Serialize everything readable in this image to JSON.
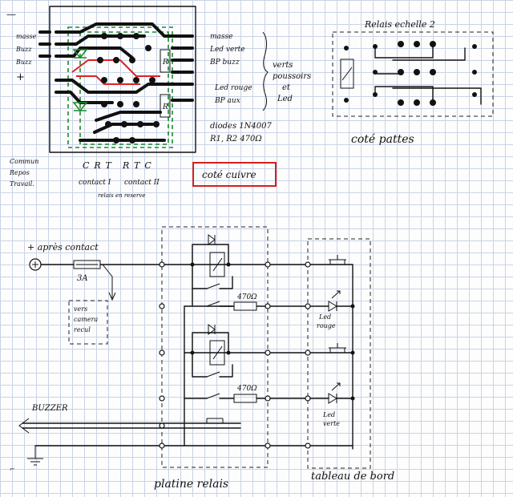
{
  "pcb": {
    "left_labels": [
      "—",
      "masse",
      "Buzz",
      "Buzz",
      "+"
    ],
    "right_labels": [
      "masse",
      "Led verte",
      "BP buzz",
      "Led rouge",
      "BP aux"
    ],
    "brace_labels": [
      "verts",
      "poussoirs",
      "et",
      "Led"
    ],
    "notes": [
      "diodes 1N4007",
      "R1, R2   470Ω"
    ],
    "r_label_1": "R",
    "r_label_2": "R",
    "side_label": "coté cuivre"
  },
  "legend": [
    "Commun",
    "Repos",
    "Travail."
  ],
  "contacts": {
    "letters_1": "CRT",
    "letters_2": "RTC",
    "contact_1": "contact I",
    "contact_2": "contact II",
    "reserve_note": "relais en reserve"
  },
  "relay": {
    "title": "Relais echelle 2",
    "side_label": "coté pattes"
  },
  "schematic": {
    "supply_label": "+ après contact",
    "fuse": "3A",
    "camera_lines": [
      "vers",
      "camera",
      "recul"
    ],
    "resistor_value": "470Ω",
    "led_red_lines": [
      "Led",
      "rouge"
    ],
    "led_green_lines": [
      "Led",
      "verte"
    ],
    "buzzer_label": "BUZZER",
    "ground_mark": "⌐",
    "region_labels": [
      "platine relais",
      "tableau de bord"
    ]
  }
}
